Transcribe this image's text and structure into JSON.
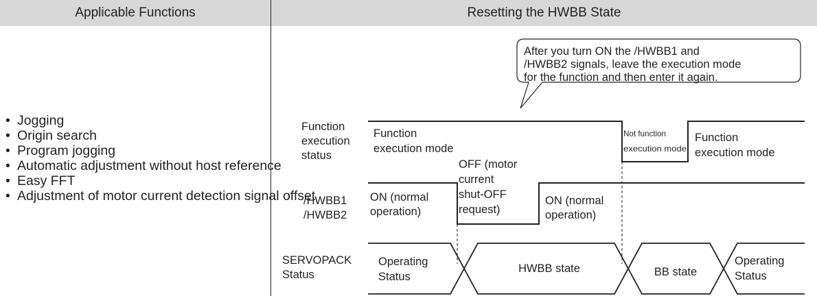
{
  "table": {
    "headers": {
      "left": "Applicable Functions",
      "right": "Resetting the HWBB State"
    },
    "functions": [
      "Jogging",
      "Origin search",
      "Program jogging",
      "Automatic adjustment without host reference",
      "Easy FFT",
      "Adjustment of motor current detection signal offset"
    ]
  },
  "diagram": {
    "callout": {
      "line1": "After you turn ON the /HWBB1 and",
      "line2": "/HWBB2 signals, leave the execution mode",
      "line3": "for the function and then enter it again."
    },
    "labels": {
      "function_line1": "Function",
      "function_line2": "execution",
      "function_line3": "status",
      "hwbb1": "/HWBB1",
      "hwbb2": "/HWBB2",
      "servopack_line1": "SERVOPACK",
      "servopack_line2": "Status"
    },
    "function_status": {
      "mode1_line1": "Function",
      "mode1_line2": "execution mode",
      "not_mode_line1": "Not function",
      "not_mode_line2": "execution mode",
      "mode2_line1": "Function",
      "mode2_line2": "execution mode"
    },
    "hwbb_signal": {
      "on1_line1": "ON (normal",
      "on1_line2": "operation)",
      "off_line1": "OFF (motor",
      "off_line2": "current",
      "off_line3": "shut-OFF",
      "off_line4": "request)",
      "on2_line1": "ON (normal",
      "on2_line2": "operation)"
    },
    "servopack_status": {
      "op1_line1": "Operating",
      "op1_line2": "Status",
      "hwbb": "HWBB state",
      "bb": "BB state",
      "op2_line1": "Operating",
      "op2_line2": "Status"
    }
  }
}
